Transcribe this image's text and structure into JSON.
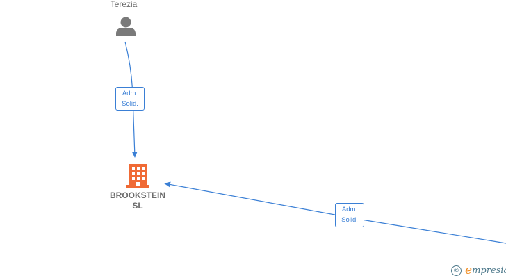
{
  "nodes": {
    "person": {
      "name": "Terezia",
      "icon": "person-icon",
      "color": "#7a7a7a"
    },
    "company": {
      "name_line1": "BROOKSTEIN",
      "name_line2": "SL",
      "icon": "building-icon",
      "color": "#f06a35"
    }
  },
  "relations": [
    {
      "line1": "Adm.",
      "line2": "Solid."
    },
    {
      "line1": "Adm.",
      "line2": "Solid."
    }
  ],
  "colors": {
    "edge": "#3a7fd5",
    "label_text": "#6b6b6b"
  },
  "brand": {
    "copyright_symbol": "©",
    "initial": "e",
    "rest": "mpresia",
    "icon": "copyright-icon"
  }
}
